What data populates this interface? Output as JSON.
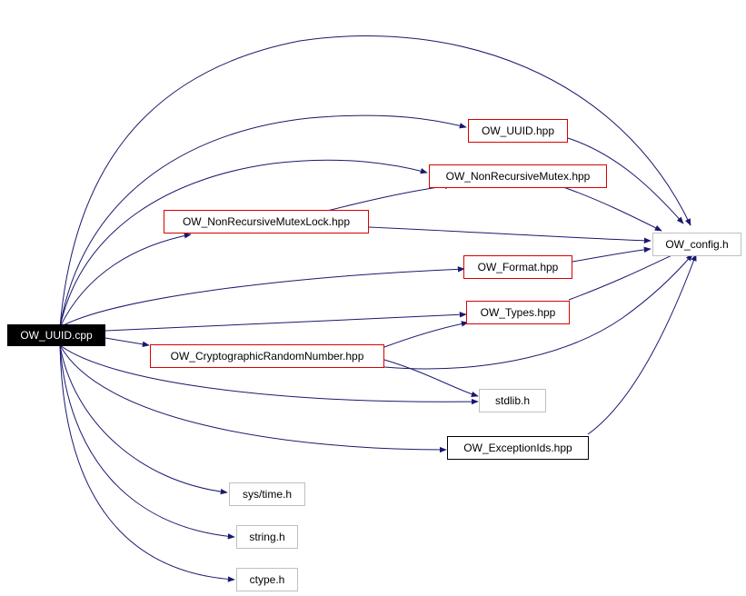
{
  "colors": {
    "edge": "#191970",
    "red_border": "#d80000",
    "gray_border": "#bfbfbf",
    "root_bg": "#000000",
    "root_text": "#ffffff"
  },
  "nodes": {
    "root": "OW_UUID.cpp",
    "uuid_hpp": "OW_UUID.hpp",
    "nonrecursive_mutex": "OW_NonRecursiveMutex.hpp",
    "nonrecursive_mutex_lock": "OW_NonRecursiveMutexLock.hpp",
    "config_h": "OW_config.h",
    "format_hpp": "OW_Format.hpp",
    "types_hpp": "OW_Types.hpp",
    "crypto_random": "OW_CryptographicRandomNumber.hpp",
    "stdlib_h": "stdlib.h",
    "exception_ids": "OW_ExceptionIds.hpp",
    "sys_time_h": "sys/time.h",
    "string_h": "string.h",
    "ctype_h": "ctype.h"
  }
}
